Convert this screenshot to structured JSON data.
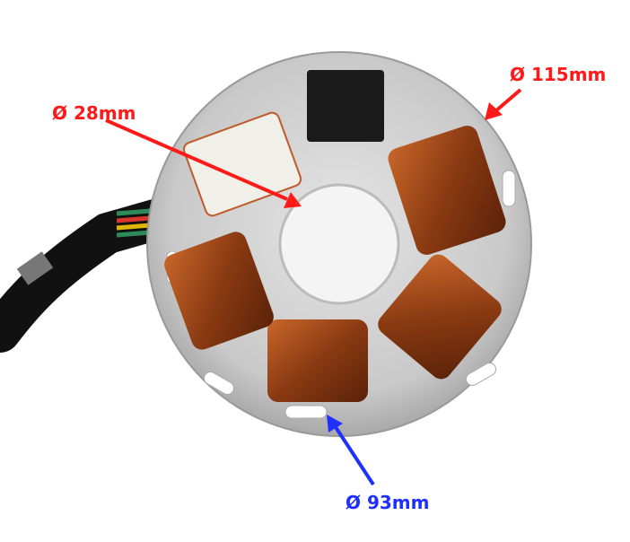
{
  "image": {
    "subject": "motorcycle stator plate with five copper coils",
    "annotations": [
      {
        "id": "outer",
        "text": "Ø 115mm",
        "color": "#ff1a1a"
      },
      {
        "id": "inner",
        "text": "Ø 28mm",
        "color": "#ff1a1a"
      },
      {
        "id": "coil",
        "text": "Ø 93mm",
        "color": "#1f2fff"
      }
    ]
  }
}
